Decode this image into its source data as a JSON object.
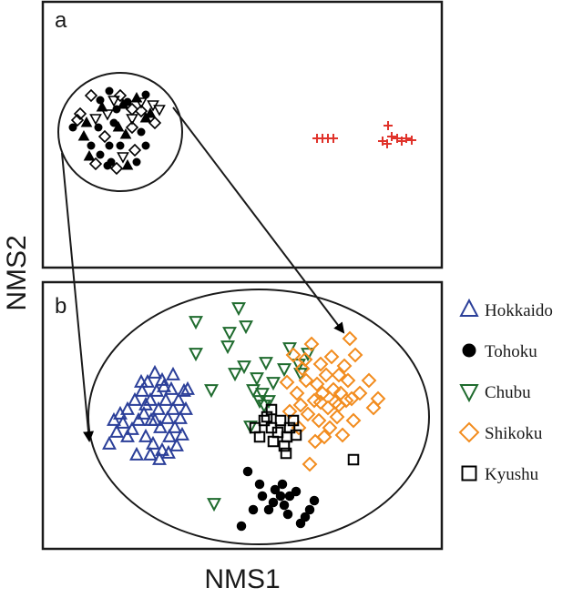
{
  "chart_data": [
    {
      "type": "scatter",
      "panel": "a",
      "xlabel": "",
      "ylabel": "NMS2",
      "grid": false,
      "series": [
        {
          "marker": "black-cluster",
          "color": "#000000",
          "points": [
            [
              100,
              105
            ],
            [
              110,
              110
            ],
            [
              120,
              100
            ],
            [
              132,
              105
            ],
            [
              140,
              112
            ],
            [
              150,
              108
            ],
            [
              160,
              104
            ],
            [
              168,
              115
            ],
            [
              175,
              120
            ],
            [
              128,
              120
            ],
            [
              118,
              125
            ],
            [
              105,
              130
            ],
            [
              95,
              135
            ],
            [
              88,
              125
            ],
            [
              108,
              140
            ],
            [
              125,
              135
            ],
            [
              145,
              130
            ],
            [
              160,
              130
            ],
            [
              170,
              135
            ],
            [
              155,
              145
            ],
            [
              138,
              148
            ],
            [
              115,
              150
            ],
            [
              100,
              160
            ],
            [
              92,
              150
            ],
            [
              110,
              170
            ],
            [
              122,
              178
            ],
            [
              135,
              172
            ],
            [
              148,
              165
            ],
            [
              160,
              160
            ],
            [
              128,
              185
            ],
            [
              118,
              182
            ],
            [
              140,
              182
            ],
            [
              150,
              178
            ],
            [
              105,
              180
            ],
            [
              98,
              172
            ],
            [
              135,
              115
            ],
            [
              145,
              120
            ],
            [
              155,
              122
            ],
            [
              112,
              118
            ],
            [
              125,
              110
            ],
            [
              165,
              125
            ],
            [
              155,
              112
            ],
            [
              80,
              140
            ],
            [
              85,
              132
            ],
            [
              145,
              140
            ],
            [
              130,
              140
            ],
            [
              120,
              160
            ],
            [
              132,
              160
            ]
          ]
        },
        {
          "marker": "red-cross",
          "color": "#e0332b",
          "points": [
            [
              348,
              152
            ],
            [
              354,
              152
            ],
            [
              360,
              152
            ],
            [
              366,
              152
            ],
            [
              426,
              138
            ],
            [
              420,
              155
            ],
            [
              425,
              158
            ],
            [
              430,
              150
            ],
            [
              436,
              152
            ],
            [
              441,
              155
            ],
            [
              446,
              152
            ],
            [
              452,
              154
            ]
          ]
        }
      ]
    },
    {
      "type": "scatter",
      "panel": "b",
      "xlabel": "NMS1",
      "ylabel": "NMS2",
      "grid": false,
      "legend": "right",
      "series": [
        {
          "name": "Hokkaido",
          "marker": "triangle-up",
          "color": "#2b3f99",
          "points": [
            [
              120,
              488
            ],
            [
              125,
              462
            ],
            [
              132,
              455
            ],
            [
              135,
              465
            ],
            [
              140,
              450
            ],
            [
              145,
              472
            ],
            [
              148,
              440
            ],
            [
              150,
              500
            ],
            [
              152,
              462
            ],
            [
              156,
              430
            ],
            [
              158,
              455
            ],
            [
              160,
              480
            ],
            [
              162,
              420
            ],
            [
              165,
              440
            ],
            [
              166,
              462
            ],
            [
              168,
              488
            ],
            [
              170,
              410
            ],
            [
              172,
              430
            ],
            [
              174,
              450
            ],
            [
              176,
              470
            ],
            [
              178,
              495
            ],
            [
              180,
              425
            ],
            [
              182,
              440
            ],
            [
              184,
              460
            ],
            [
              186,
              480
            ],
            [
              188,
              428
            ],
            [
              190,
              450
            ],
            [
              192,
              470
            ],
            [
              194,
              490
            ],
            [
              196,
              440
            ],
            [
              198,
              460
            ],
            [
              200,
              478
            ],
            [
              202,
              430
            ],
            [
              204,
              450
            ],
            [
              206,
              428
            ],
            [
              165,
              500
            ],
            [
              175,
              505
            ],
            [
              185,
              498
            ],
            [
              140,
              480
            ],
            [
              128,
              475
            ],
            [
              155,
              420
            ],
            [
              178,
              418
            ],
            [
              190,
              412
            ],
            [
              160,
              445
            ],
            [
              170,
              462
            ]
          ]
        },
        {
          "name": "Tohoku",
          "marker": "circle",
          "color": "#000000",
          "points": [
            [
              265,
              578
            ],
            [
              272,
              518
            ],
            [
              278,
              560
            ],
            [
              285,
              532
            ],
            [
              288,
              545
            ],
            [
              295,
              560
            ],
            [
              302,
              538
            ],
            [
              308,
              545
            ],
            [
              310,
              532
            ],
            [
              316,
              565
            ],
            [
              318,
              545
            ],
            [
              325,
              540
            ],
            [
              330,
              575
            ],
            [
              335,
              568
            ],
            [
              340,
              560
            ],
            [
              345,
              550
            ],
            [
              300,
              552
            ],
            [
              312,
              555
            ]
          ]
        },
        {
          "name": "Chubu",
          "marker": "triangle-down",
          "color": "#1f6b2e",
          "points": [
            [
              215,
              353
            ],
            [
              215,
              388
            ],
            [
              232,
              428
            ],
            [
              235,
              553
            ],
            [
              252,
              365
            ],
            [
              262,
              338
            ],
            [
              270,
              358
            ],
            [
              275,
              468
            ],
            [
              278,
              428
            ],
            [
              282,
              415
            ],
            [
              285,
              440
            ],
            [
              288,
              432
            ],
            [
              290,
              445
            ],
            [
              295,
              440
            ],
            [
              300,
              420
            ],
            [
              292,
              398
            ],
            [
              268,
              402
            ],
            [
              312,
              405
            ],
            [
              318,
              382
            ],
            [
              328,
              400
            ],
            [
              330,
              410
            ],
            [
              338,
              388
            ],
            [
              258,
              410
            ],
            [
              250,
              380
            ]
          ]
        },
        {
          "name": "Shikoku",
          "marker": "diamond",
          "color": "#f28c1e",
          "points": [
            [
              315,
              420
            ],
            [
              322,
              390
            ],
            [
              326,
              432
            ],
            [
              330,
              445
            ],
            [
              332,
              405
            ],
            [
              336,
              418
            ],
            [
              338,
              455
            ],
            [
              340,
              510
            ],
            [
              342,
              378
            ],
            [
              345,
              440
            ],
            [
              348,
              422
            ],
            [
              350,
              462
            ],
            [
              352,
              400
            ],
            [
              354,
              432
            ],
            [
              356,
              480
            ],
            [
              358,
              412
            ],
            [
              360,
              448
            ],
            [
              362,
              470
            ],
            [
              364,
              392
            ],
            [
              366,
              428
            ],
            [
              368,
              442
            ],
            [
              370,
              458
            ],
            [
              372,
              412
            ],
            [
              374,
              432
            ],
            [
              376,
              478
            ],
            [
              378,
              402
            ],
            [
              380,
              440
            ],
            [
              382,
              418
            ],
            [
              384,
              372
            ],
            [
              386,
              438
            ],
            [
              388,
              462
            ],
            [
              390,
              390
            ],
            [
              395,
              432
            ],
            [
              405,
              418
            ],
            [
              410,
              448
            ],
            [
              415,
              438
            ],
            [
              318,
              452
            ],
            [
              328,
              470
            ],
            [
              346,
              485
            ],
            [
              335,
              395
            ],
            [
              352,
              442
            ],
            [
              372,
              445
            ]
          ]
        },
        {
          "name": "Kyushu",
          "marker": "square",
          "color": "#000000",
          "points": [
            [
              280,
              470
            ],
            [
              285,
              480
            ],
            [
              290,
              462
            ],
            [
              293,
              458
            ],
            [
              298,
              470
            ],
            [
              300,
              485
            ],
            [
              305,
              475
            ],
            [
              308,
              462
            ],
            [
              312,
              490
            ],
            [
              315,
              480
            ],
            [
              318,
              470
            ],
            [
              322,
              462
            ],
            [
              325,
              478
            ],
            [
              298,
              450
            ],
            [
              314,
              498
            ],
            [
              388,
              505
            ]
          ]
        }
      ]
    }
  ],
  "panels": {
    "a": {
      "letter": "a"
    },
    "b": {
      "letter": "b"
    }
  },
  "axes": {
    "x_label": "NMS1",
    "y_label": "NMS2"
  },
  "legend": {
    "items": [
      {
        "label": "Hokkaido",
        "color": "#2b3f99",
        "marker": "triangle-up"
      },
      {
        "label": "Tohoku",
        "color": "#000000",
        "marker": "circle"
      },
      {
        "label": "Chubu",
        "color": "#1f6b2e",
        "marker": "triangle-down"
      },
      {
        "label": "Shikoku",
        "color": "#f28c1e",
        "marker": "diamond"
      },
      {
        "label": "Kyushu",
        "color": "#000000",
        "marker": "square"
      }
    ]
  }
}
